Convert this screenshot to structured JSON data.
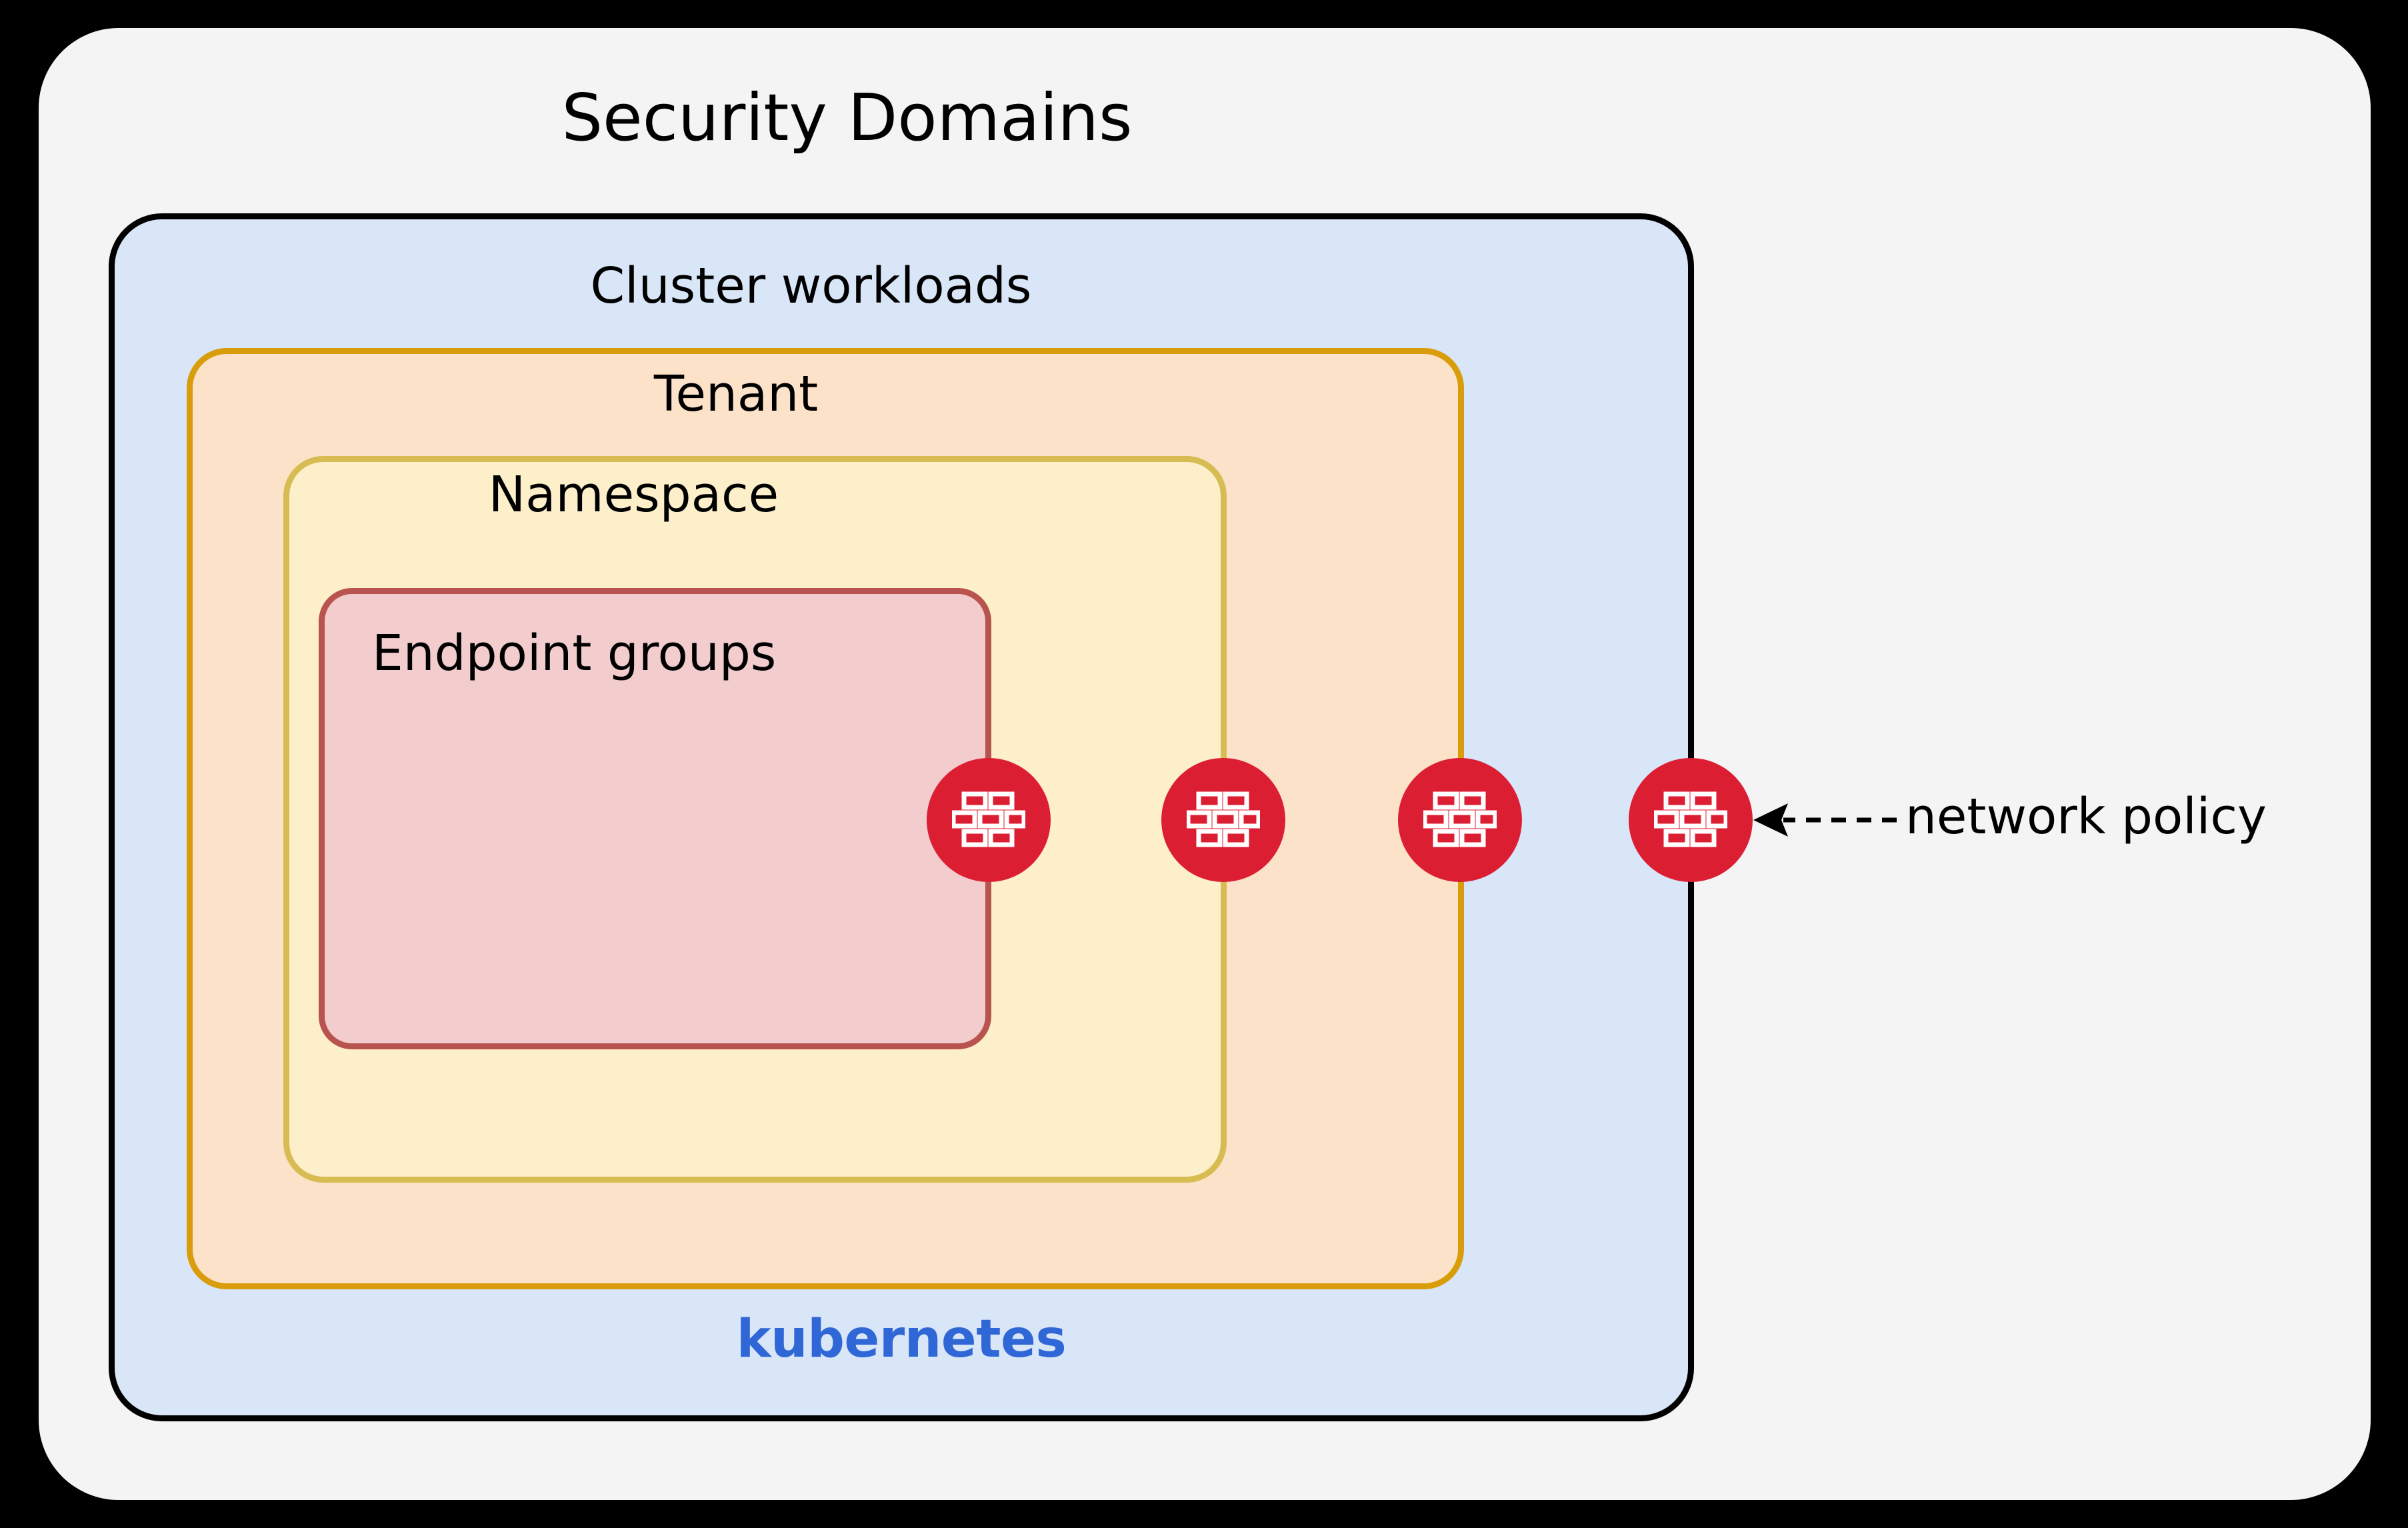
{
  "diagram": {
    "title": "Security Domains",
    "layers": [
      {
        "id": "security-domains",
        "label": "Security Domains",
        "fill": "#f4f4f4",
        "stroke": "none"
      },
      {
        "id": "cluster-workloads",
        "label": "Cluster workloads",
        "fill": "#d9e6f8",
        "stroke": "#000000"
      },
      {
        "id": "tenant",
        "label": "Tenant",
        "fill": "#fce2c8",
        "stroke": "#d99d0b"
      },
      {
        "id": "namespace",
        "label": "Namespace",
        "fill": "#fcefc9",
        "stroke": "#d6bc52"
      },
      {
        "id": "endpoint-groups",
        "label": "Endpoint groups",
        "fill": "#f3ccce",
        "stroke": "#b8534f"
      }
    ],
    "platform_label": "kubernetes",
    "platform_color": "#3067d6",
    "annotation": {
      "label": "network policy",
      "arrow_style": "dashed-left-arrow",
      "target_count": 4
    },
    "firewall_nodes": [
      {
        "name": "firewall-icon-endpoint-groups",
        "boundary": "Endpoint groups"
      },
      {
        "name": "firewall-icon-namespace",
        "boundary": "Namespace"
      },
      {
        "name": "firewall-icon-tenant",
        "boundary": "Tenant"
      },
      {
        "name": "firewall-icon-cluster",
        "boundary": "Cluster workloads"
      }
    ],
    "firewall_color": "#dc1e33",
    "background_color": "#000000"
  }
}
